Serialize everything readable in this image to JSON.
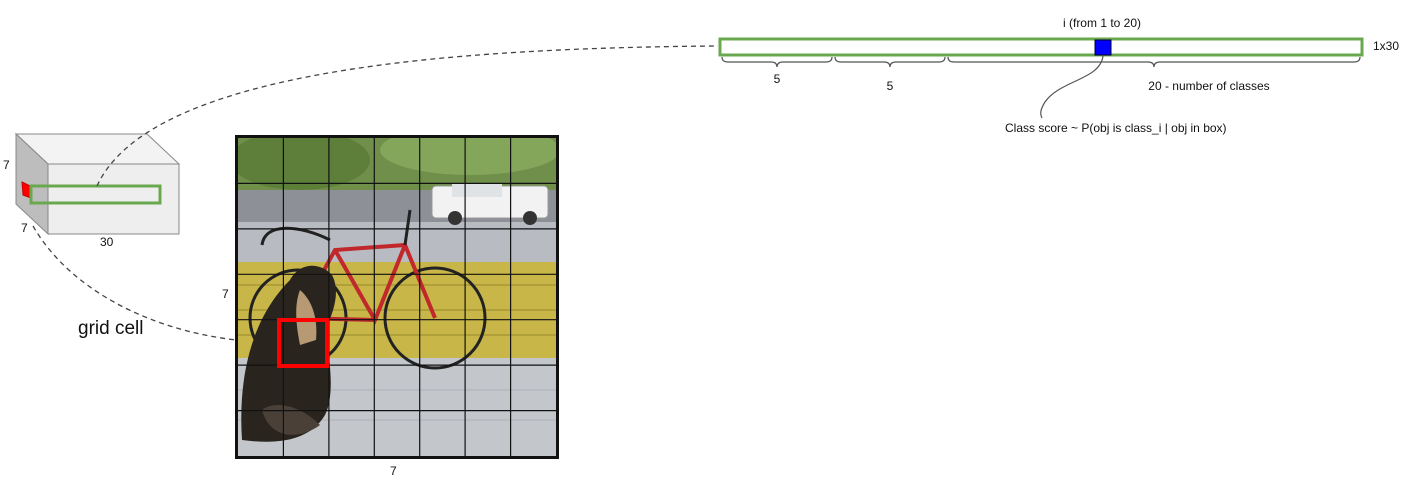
{
  "tensor": {
    "height_label": "7",
    "width_label": "7",
    "depth_label": "30"
  },
  "grid_cell_label": "grid cell",
  "image": {
    "grid_size": 7,
    "side_label": "7",
    "bottom_label": "7",
    "highlight_color": "#ff0000",
    "subject": "dog-and-bicycle-photo"
  },
  "vector": {
    "size_label": "1x30",
    "index_label": "i (from 1 to 20)",
    "segments": [
      {
        "label": "5"
      },
      {
        "label": "5"
      },
      {
        "label": "20 - number of classes"
      }
    ],
    "class_score_label": "Class score ~ P(obj is class_i | obj in box)",
    "outline_color": "#6aa84f",
    "class_cell_color": "#0000ff"
  }
}
